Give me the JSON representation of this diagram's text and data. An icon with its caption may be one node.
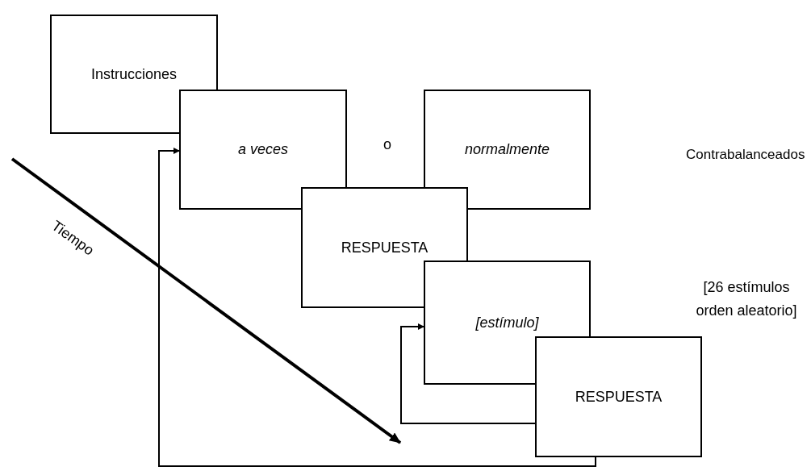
{
  "diagram": {
    "nodes": [
      {
        "text": [
          "Instrucciones"
        ]
      },
      {
        "text": [
          "a veces"
        ]
      },
      {
        "text": [
          "normalmente"
        ]
      },
      {
        "text": [
          "RESPUESTA"
        ]
      },
      {
        "text": [
          "[estímulo]"
        ]
      },
      {
        "text": [
          "RESPUESTA"
        ]
      }
    ],
    "edges": [
      {
        "from": 5,
        "to": 1,
        "arrow": "to"
      },
      {
        "from": 5,
        "to": 4,
        "arrow": "to"
      }
    ],
    "labels": [
      "o",
      "Contrabalanceados",
      "[26 estímulos orden aleatorio]",
      "Tiempo"
    ]
  }
}
